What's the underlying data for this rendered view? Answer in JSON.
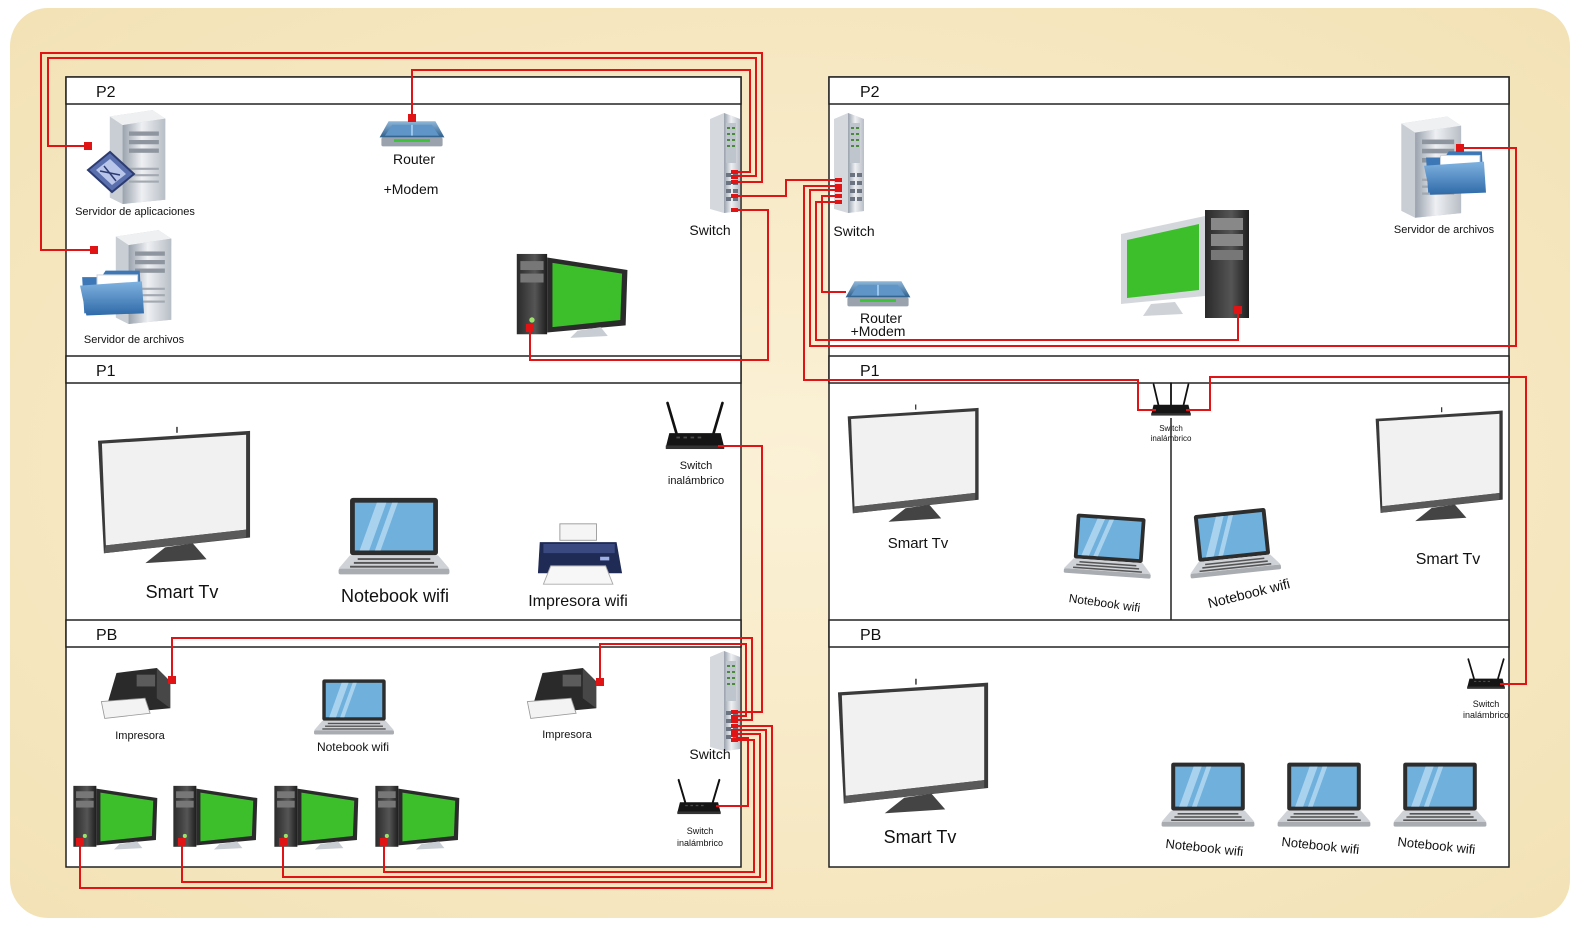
{
  "colors": {
    "background": "#f7ebc9",
    "cable": "#e01414",
    "screen_on": "#3dbf2c",
    "laptop_screen": "#6fb0dc",
    "floor_border": "#222222"
  },
  "left_building": {
    "floors": [
      {
        "label": "P2"
      },
      {
        "label": "P1"
      },
      {
        "label": "PB"
      }
    ],
    "p2": {
      "app_server": "Servidor de aplicaciones",
      "file_server": "Servidor de archivos",
      "router": "Router",
      "router_modem": "+Modem",
      "switch": "Switch"
    },
    "p1": {
      "smart_tv": "Smart Tv",
      "notebook": "Notebook wifi",
      "printer": "Impresora wifi",
      "wireless_switch_1": "Switch",
      "wireless_switch_2": "inalámbrico"
    },
    "pb": {
      "printer_1": "Impresora",
      "notebook": "Notebook wifi",
      "printer_2": "Impresora",
      "switch": "Switch",
      "wireless_switch_1": "Switch",
      "wireless_switch_2": "inalámbrico"
    }
  },
  "right_building": {
    "floors": [
      {
        "label": "P2"
      },
      {
        "label": "P1"
      },
      {
        "label": "PB"
      }
    ],
    "p2": {
      "switch": "Switch",
      "router": "Router",
      "router_modem": "+Modem",
      "file_server": "Servidor de archivos"
    },
    "p1": {
      "wireless_switch_1": "Switch",
      "wireless_switch_2": "inalámbrico",
      "smart_tv_1": "Smart Tv",
      "notebook_1": "Notebook wifi",
      "notebook_2": "Notebook wifi",
      "smart_tv_2": "Smart Tv"
    },
    "pb": {
      "smart_tv": "Smart Tv",
      "wireless_switch_1": "Switch",
      "wireless_switch_2": "inalámbrico",
      "notebook_1": "Notebook wifi",
      "notebook_2": "Notebook wifi",
      "notebook_3": "Notebook wifi"
    }
  }
}
